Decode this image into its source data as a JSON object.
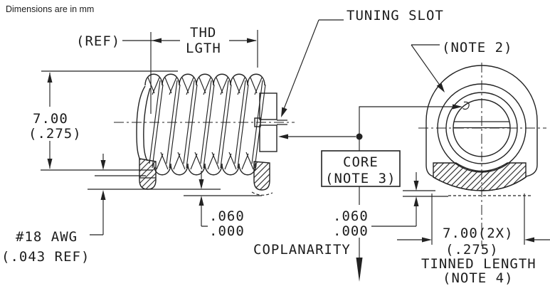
{
  "drawing": {
    "units_note": "Dimensions are in mm",
    "side_view": {
      "ref_label": "(REF)",
      "thread_length_line1": "THD",
      "thread_length_line2": "LGTH",
      "tuning_slot_label": "TUNING SLOT",
      "height_mm": "7.00",
      "height_in": "(.275)",
      "wire_gauge": "#18 AWG",
      "wire_gauge_ref": "(.043 REF)",
      "coplanarity_max": ".060",
      "coplanarity_min": ".000",
      "coplanarity_label": "COPLANARITY"
    },
    "end_view": {
      "note2_label": "(NOTE 2)",
      "core_line1": "CORE",
      "core_line2": "(NOTE 3)",
      "coplanarity_max": ".060",
      "coplanarity_min": ".000",
      "tinned_length_mm": "7.00(2X)",
      "tinned_length_in": "(.275)",
      "tinned_length_line1": "TINNED LENGTH",
      "tinned_length_line2": "(NOTE 4)"
    },
    "colors": {
      "line": "#222222",
      "background": "#ffffff"
    }
  }
}
